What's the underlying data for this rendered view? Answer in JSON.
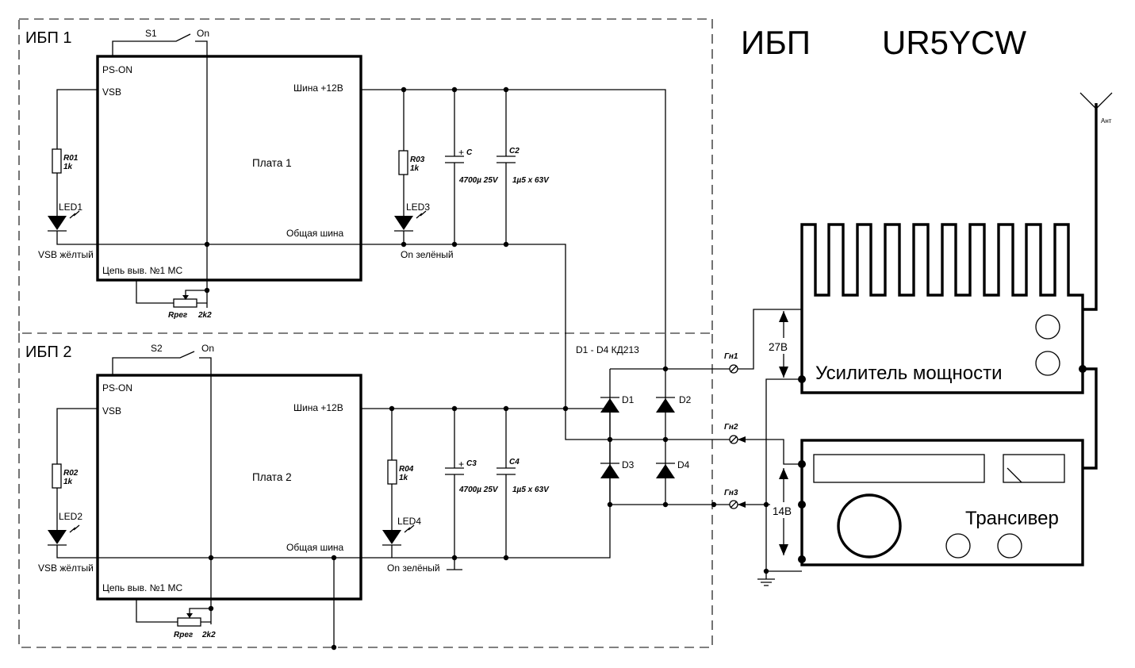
{
  "title": "ИБП",
  "callsign": "UR5YCW",
  "ups1": {
    "name": "ИБП 1",
    "board": "Плата 1",
    "switch": "S1",
    "on": "On",
    "ps_on": "PS-ON",
    "vsb": "VSB",
    "bus12": "Шина +12В",
    "common": "Общая шина",
    "mc": "Цепь выв. №1 МС",
    "r_led": "R01",
    "r_led_val": "1k",
    "led_vsb": "LED1",
    "vsb_color": "VSB жёлтый",
    "r_on": "R03",
    "r_on_val": "1k",
    "led_on": "LED3",
    "on_color": "On зелёный",
    "c_el": "C",
    "c_el_plus": "+",
    "c_el_val": "4700µ 25V",
    "c_film": "C2",
    "c_film_val": "1µ5 x 63V",
    "rreg": "Rрег",
    "rreg_val": "2k2"
  },
  "ups2": {
    "name": "ИБП 2",
    "board": "Плата 2",
    "switch": "S2",
    "on": "On",
    "ps_on": "PS-ON",
    "vsb": "VSB",
    "bus12": "Шина +12В",
    "common": "Общая шина",
    "mc": "Цепь выв. №1 МС",
    "r_led": "R02",
    "r_led_val": "1k",
    "led_vsb": "LED2",
    "vsb_color": "VSB жёлтый",
    "r_on": "R04",
    "r_on_val": "1k",
    "led_on": "LED4",
    "on_color": "On зелёный",
    "c_el": "C3",
    "c_el_plus": "+",
    "c_el_val": "4700µ 25V",
    "c_film": "C4",
    "c_film_val": "1µ5 x 63V",
    "rreg": "Rрег",
    "rreg_val": "2k2"
  },
  "diodes": {
    "caption": "D1 - D4 КД213",
    "d1": "D1",
    "d2": "D2",
    "d3": "D3",
    "d4": "D4"
  },
  "jacks": {
    "j1": "Гн1",
    "j2": "Гн2",
    "j3": "Гн3"
  },
  "amplifier": {
    "label": "Усилитель мощности",
    "voltage": "27В"
  },
  "transceiver": {
    "label": "Трансивер",
    "voltage": "14В"
  },
  "antenna": "Ант"
}
